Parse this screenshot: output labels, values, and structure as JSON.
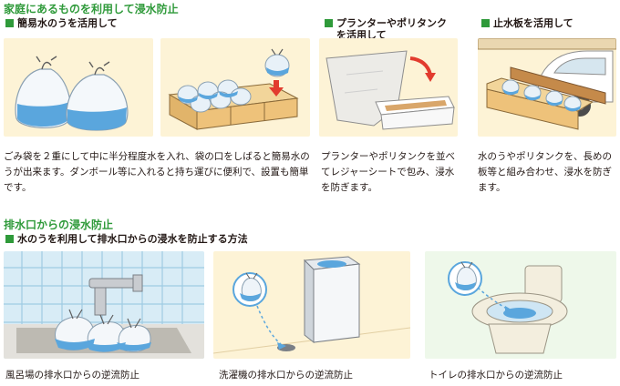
{
  "section1": {
    "title": "家庭にあるものを利用して浸水防止",
    "items": [
      {
        "heading": "簡易水のうを活用して",
        "description": "ごみ袋を２重にして中に半分程度水を入れ、袋の口をしばると簡易水のうが出来ます。ダンボール等に入れると持ち運びに便利で、設置も簡単です。"
      },
      {
        "heading_line1": "プランターやポリタンク",
        "heading_line2": "を活用して",
        "description": "プランターやポリタンクを並べてレジャーシートで包み、浸水を防ぎます。"
      },
      {
        "heading": "止水板を活用して",
        "description": "水のうやポリタンクを、長めの板等と組み合わせ、浸水を防ぎます。"
      }
    ]
  },
  "section2": {
    "title": "排水口からの浸水防止",
    "heading": "水のうを利用して排水口からの浸水を防止する方法",
    "captions": [
      "風呂場の排水口からの逆流防止",
      "洗濯機の排水口からの逆流防止",
      "トイレの排水口からの逆流防止"
    ]
  },
  "colors": {
    "accent_green": "#2f9a3a",
    "panel_cream": "#fdf3d6",
    "water_blue": "#5aa6dd"
  }
}
